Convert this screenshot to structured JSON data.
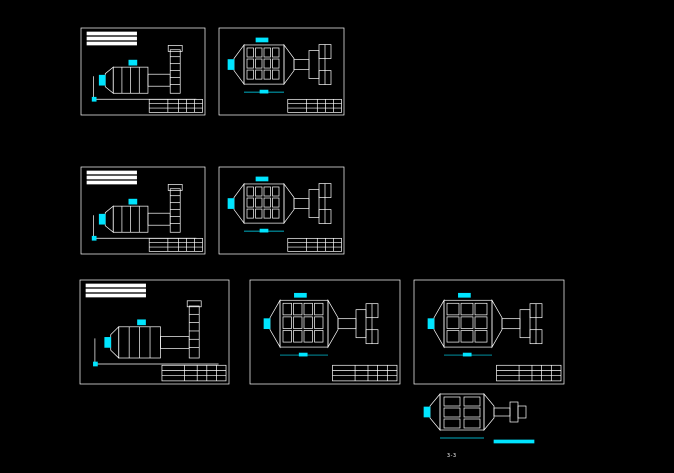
{
  "canvas": {
    "background": "#000000"
  },
  "colors": {
    "frame": "#ffffff",
    "equipment": "#ffffff",
    "accent": "#00e5ff"
  },
  "drawings": [
    {
      "id": "sheet-1",
      "view": "elevation"
    },
    {
      "id": "sheet-2",
      "view": "plan"
    },
    {
      "id": "sheet-3",
      "view": "elevation"
    },
    {
      "id": "sheet-4",
      "view": "plan"
    },
    {
      "id": "sheet-5",
      "view": "elevation"
    },
    {
      "id": "sheet-6",
      "view": "plan"
    },
    {
      "id": "sheet-7",
      "view": "plan"
    },
    {
      "id": "sheet-8",
      "view": "plan-detail"
    }
  ],
  "labels": {
    "bottom_caption": "3-3"
  }
}
